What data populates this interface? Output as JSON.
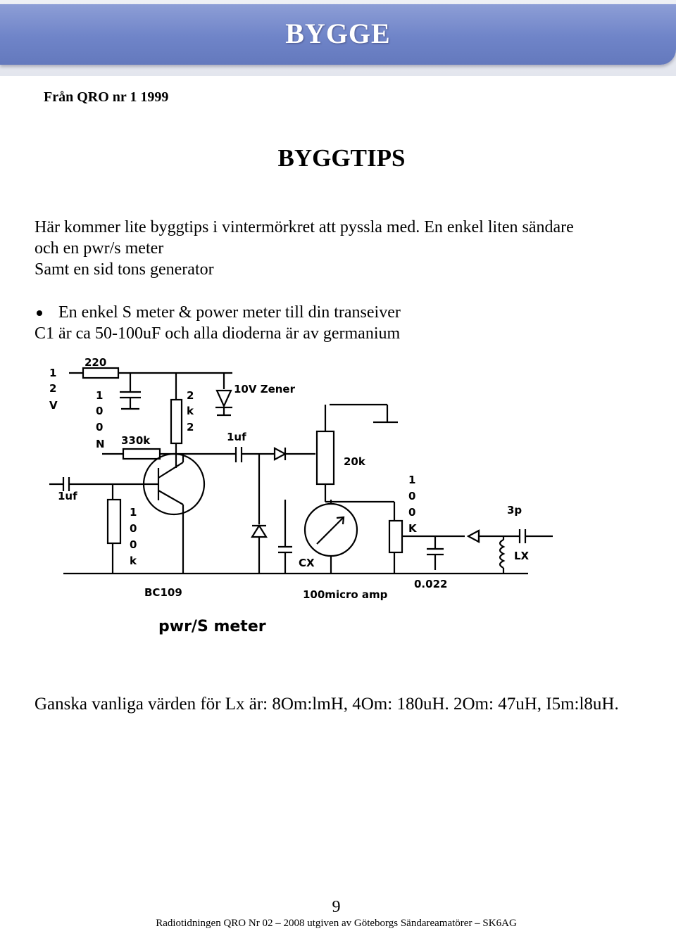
{
  "header": {
    "title": "BYGGE"
  },
  "source": "Från QRO nr 1 1999",
  "heading": "BYGGTIPS",
  "intro": {
    "line1": "Här kommer lite byggtips i vintermörkret att pyssla med. En enkel liten sändare",
    "line2": "och en pwr/s meter",
    "line3": "Samt en sid tons generator"
  },
  "bullet": "En enkel S meter & power meter till din transeiver",
  "note": "C1 är ca 50-100uF och alla dioderna är av germanium",
  "schematic": {
    "supply": [
      "1",
      "2",
      "V"
    ],
    "r220": "220",
    "c100n": [
      "1",
      "0",
      "0",
      "N"
    ],
    "r2k2": [
      "2",
      "k",
      "2"
    ],
    "zener": "10V Zener",
    "r330k": "330k",
    "c1uf_top": "1uf",
    "c1uf_in": "1uf",
    "r100k_left": [
      "1",
      "0",
      "0",
      "k"
    ],
    "pot20k": "20k",
    "r100k_right": [
      "1",
      "0",
      "0",
      "K"
    ],
    "c3p": "3p",
    "cx": "CX",
    "lx": "LX",
    "transistor": "BC109",
    "meter": "100micro amp",
    "c0022": "0.022",
    "caption": "pwr/S meter"
  },
  "values_line": "Ganska vanliga värden för Lx är: 8Om:lmH, 4Om: 180uH. 2Om: 47uH, I5m:l8uH.",
  "page_number": "9",
  "footer": "Radiotidningen QRO Nr 02 – 2008 utgiven av Göteborgs Sändareamatörer – SK6AG"
}
